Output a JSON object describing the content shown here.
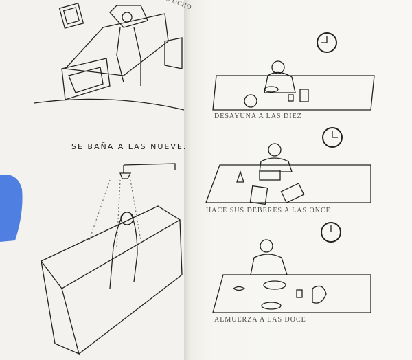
{
  "left_page": {
    "caption_top": "LAS OCHO",
    "caption_bath": "SE BAÑA A LAS NUEVE."
  },
  "right_page": {
    "captions": [
      "DESAYUNA A LAS DIEZ",
      "HACE SUS DEBERES A LAS ONCE",
      "ALMUERZA A LAS DOCE"
    ]
  },
  "colors": {
    "paper": "#f4f3ee",
    "ink": "#222222",
    "glove": "#4f7fe0"
  }
}
